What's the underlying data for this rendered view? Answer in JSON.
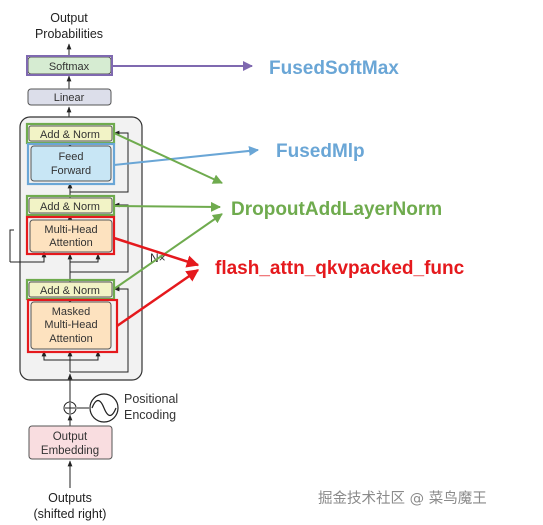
{
  "diagram": {
    "labels": {
      "output_probabilities": [
        "Output",
        "Probabilities"
      ],
      "softmax": "Softmax",
      "linear": "Linear",
      "add_norm": "Add & Norm",
      "feed_forward": [
        "Feed",
        "Forward"
      ],
      "multi_head_attention": [
        "Multi-Head",
        "Attention"
      ],
      "masked_multi_head_attention": [
        "Masked",
        "Multi-Head",
        "Attention"
      ],
      "positional_encoding": [
        "Positional",
        "Encoding"
      ],
      "output_embedding": [
        "Output",
        "Embedding"
      ],
      "outputs": [
        "Outputs",
        "(shifted right)"
      ],
      "nx": "N×"
    },
    "annotations": {
      "fused_softmax": "FusedSoftMax",
      "fused_mlp": "FusedMlp",
      "dropout_add_layernorm": "DropoutAddLayerNorm",
      "flash_attn": "flash_attn_qkvpacked_func"
    },
    "watermark": "掘金技术社区 @ 菜鸟魔王",
    "colors": {
      "purple": "#7f69b0",
      "blue": "#6aa6d6",
      "green": "#6fab4e",
      "red": "#e5191d",
      "attention_fill": "#fde2bf",
      "ff_fill": "#c8e6f5",
      "addnorm_fill": "#f2f3c6",
      "embed_fill": "#f9dde0",
      "softmax_fill": "#d6ecd2",
      "linear_fill": "#dcdeea",
      "stack_fill": "#f2f2f2"
    }
  }
}
